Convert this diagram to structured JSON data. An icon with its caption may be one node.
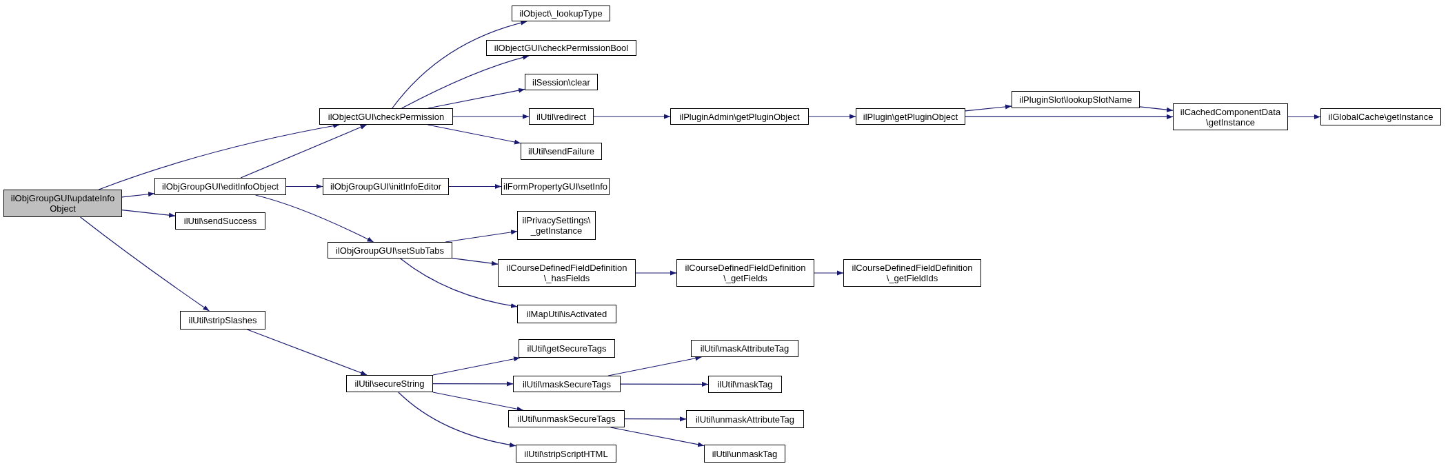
{
  "diagram": {
    "nodes": [
      {
        "text": [
          "ilObjGroupGUI\\updateInfo Object"
        ]
      },
      {
        "text": [
          "ilObjectGUI\\checkPermission"
        ]
      },
      {
        "text": [
          "ilObject\\_lookupType"
        ]
      },
      {
        "text": [
          "ilObjectGUI\\checkPermissionBool"
        ]
      },
      {
        "text": [
          "ilSession\\clear"
        ]
      },
      {
        "text": [
          "ilUtil\\redirect"
        ]
      },
      {
        "text": [
          "ilPluginAdmin\\getPluginObject"
        ]
      },
      {
        "text": [
          "ilPlugin\\getPluginObject"
        ]
      },
      {
        "text": [
          "ilPluginSlot\\lookupSlotName"
        ]
      },
      {
        "text": [
          "ilCachedComponentData \\getInstance"
        ]
      },
      {
        "text": [
          "ilGlobalCache\\getInstance"
        ]
      },
      {
        "text": [
          "ilUtil\\sendFailure"
        ]
      },
      {
        "text": [
          "ilObjGroupGUI\\editInfoObject"
        ]
      },
      {
        "text": [
          "ilObjGroupGUI\\initInfoEditor"
        ]
      },
      {
        "text": [
          "ilFormPropertyGUI\\setInfo"
        ]
      },
      {
        "text": [
          "ilUtil\\sendSuccess"
        ]
      },
      {
        "text": [
          "ilPrivacySettings\\ _getInstance"
        ]
      },
      {
        "text": [
          "ilObjGroupGUI\\setSubTabs"
        ]
      },
      {
        "text": [
          "ilCourseDefinedFieldDefinition \\_hasFields"
        ]
      },
      {
        "text": [
          "ilCourseDefinedFieldDefinition \\_getFields"
        ]
      },
      {
        "text": [
          "ilCourseDefinedFieldDefinition \\_getFieldIds"
        ]
      },
      {
        "text": [
          "ilMapUtil\\isActivated"
        ]
      },
      {
        "text": [
          "ilUtil\\stripSlashes"
        ]
      },
      {
        "text": [
          "ilUtil\\secureString"
        ]
      },
      {
        "text": [
          "ilUtil\\getSecureTags"
        ]
      },
      {
        "text": [
          "ilUtil\\maskSecureTags"
        ]
      },
      {
        "text": [
          "ilUtil\\unmaskSecureTags"
        ]
      },
      {
        "text": [
          "ilUtil\\stripScriptHTML"
        ]
      },
      {
        "text": [
          "ilUtil\\maskAttributeTag"
        ]
      },
      {
        "text": [
          "ilUtil\\maskTag"
        ]
      },
      {
        "text": [
          "ilUtil\\unmaskAttributeTag"
        ]
      },
      {
        "text": [
          "ilUtil\\unmaskTag"
        ]
      }
    ],
    "edges": [
      {
        "from": 0,
        "to": 1,
        "arrow": "to"
      },
      {
        "from": 0,
        "to": 12,
        "arrow": "to"
      },
      {
        "from": 0,
        "to": 15,
        "arrow": "to"
      },
      {
        "from": 0,
        "to": 22,
        "arrow": "to"
      },
      {
        "from": 1,
        "to": 2,
        "arrow": "to"
      },
      {
        "from": 1,
        "to": 3,
        "arrow": "to"
      },
      {
        "from": 1,
        "to": 4,
        "arrow": "to"
      },
      {
        "from": 1,
        "to": 5,
        "arrow": "to"
      },
      {
        "from": 1,
        "to": 11,
        "arrow": "to"
      },
      {
        "from": 5,
        "to": 6,
        "arrow": "to"
      },
      {
        "from": 6,
        "to": 7,
        "arrow": "to"
      },
      {
        "from": 7,
        "to": 8,
        "arrow": "to"
      },
      {
        "from": 7,
        "to": 9,
        "arrow": "to"
      },
      {
        "from": 8,
        "to": 9,
        "arrow": "to"
      },
      {
        "from": 9,
        "to": 10,
        "arrow": "to"
      },
      {
        "from": 12,
        "to": 1,
        "arrow": "to"
      },
      {
        "from": 12,
        "to": 13,
        "arrow": "to"
      },
      {
        "from": 12,
        "to": 17,
        "arrow": "to"
      },
      {
        "from": 13,
        "to": 14,
        "arrow": "to"
      },
      {
        "from": 17,
        "to": 16,
        "arrow": "to"
      },
      {
        "from": 17,
        "to": 18,
        "arrow": "to"
      },
      {
        "from": 17,
        "to": 21,
        "arrow": "to"
      },
      {
        "from": 18,
        "to": 19,
        "arrow": "to"
      },
      {
        "from": 19,
        "to": 20,
        "arrow": "to"
      },
      {
        "from": 22,
        "to": 23,
        "arrow": "to"
      },
      {
        "from": 23,
        "to": 24,
        "arrow": "to"
      },
      {
        "from": 23,
        "to": 25,
        "arrow": "to"
      },
      {
        "from": 23,
        "to": 26,
        "arrow": "to"
      },
      {
        "from": 23,
        "to": 27,
        "arrow": "to"
      },
      {
        "from": 25,
        "to": 28,
        "arrow": "to"
      },
      {
        "from": 25,
        "to": 29,
        "arrow": "to"
      },
      {
        "from": 26,
        "to": 30,
        "arrow": "to"
      },
      {
        "from": 26,
        "to": 31,
        "arrow": "to"
      }
    ]
  }
}
